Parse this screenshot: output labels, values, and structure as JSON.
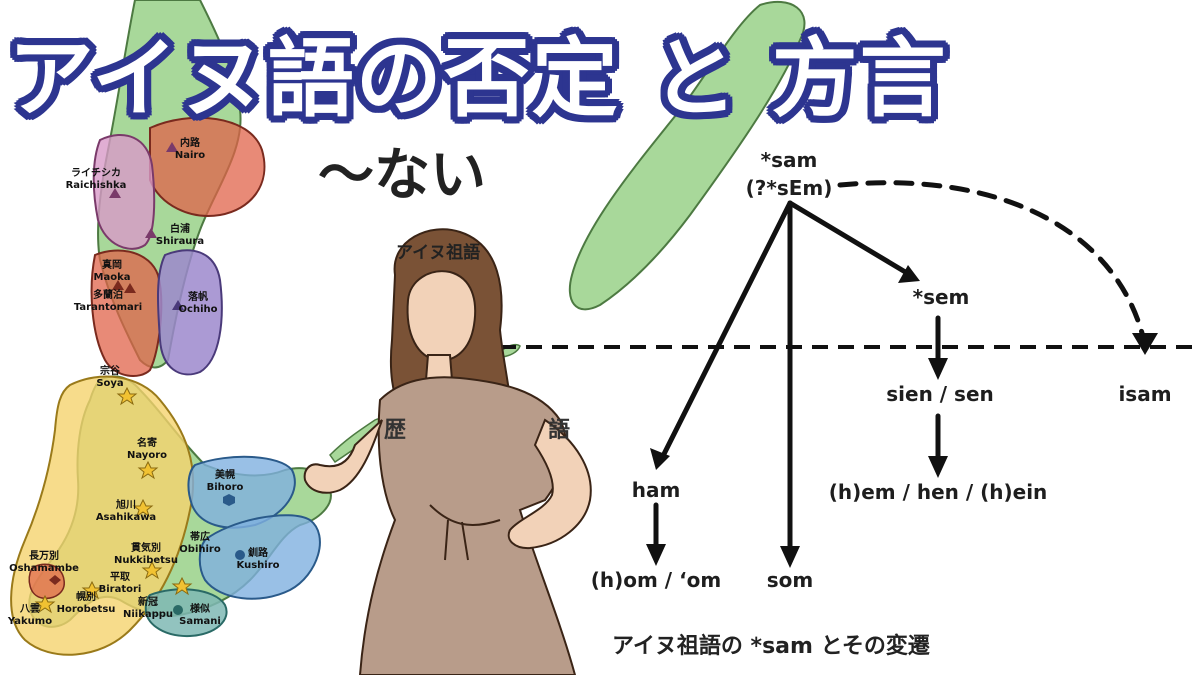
{
  "title": "アイヌ語の否定 と 方言",
  "subtitle": "〜ない",
  "ancestor_label": "アイヌ祖語",
  "caption": "アイヌ祖語の *sam とその変遷",
  "partial_text": {
    "left": "歴",
    "right": "語"
  },
  "colors": {
    "title_fill": "#ffffff",
    "title_outline": "#2d3590",
    "land": "#a8d89a",
    "region_red": "#e0634a",
    "region_pink": "#d89ac8",
    "region_purple": "#9c88cc",
    "region_yellow": "#f5d36e",
    "region_blue": "#7fb0e0",
    "region_teal": "#7fb8b4",
    "skin": "#f2d2b8",
    "dress": "#b89c8a",
    "hair": "#7a5236"
  },
  "tree": {
    "root": {
      "line1": "*sam",
      "line2": "(?*sEm)"
    },
    "sem": "*sem",
    "sien_sen": "sien / sen",
    "hem": "(h)em / hen / (h)ein",
    "isam": "isam",
    "ham": "ham",
    "hom": "(h)om / ‘om",
    "som": "som"
  },
  "map_labels": [
    {
      "jp": "内路",
      "rom": "Nairo"
    },
    {
      "jp": "ライチシカ",
      "rom": "Raichishka"
    },
    {
      "jp": "白浦",
      "rom": "Shiraura"
    },
    {
      "jp": "真岡",
      "rom": "Maoka"
    },
    {
      "jp": "多蘭泊",
      "rom": "Tarantomari"
    },
    {
      "jp": "落帆",
      "rom": "Ochiho"
    },
    {
      "jp": "宗谷",
      "rom": "Soya"
    },
    {
      "jp": "名寄",
      "rom": "Nayoro"
    },
    {
      "jp": "美幌",
      "rom": "Bihoro"
    },
    {
      "jp": "旭川",
      "rom": "Asahikawa"
    },
    {
      "jp": "貫気別",
      "rom": "Nukkibetsu"
    },
    {
      "jp": "帯広",
      "rom": "Obihiro"
    },
    {
      "jp": "釧路",
      "rom": "Kushiro"
    },
    {
      "jp": "長万別",
      "rom": "Oshamambe"
    },
    {
      "jp": "平取",
      "rom": "Biratori"
    },
    {
      "jp": "幌別",
      "rom": "Horobetsu"
    },
    {
      "jp": "新冠",
      "rom": "Niikappu"
    },
    {
      "jp": "様似",
      "rom": "Samani"
    },
    {
      "jp": "八雲",
      "rom": "Yakumo"
    }
  ]
}
